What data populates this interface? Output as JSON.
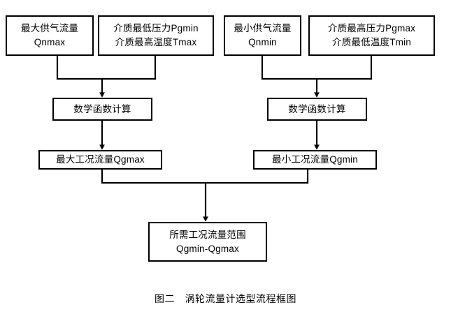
{
  "figure": {
    "caption": "图二　涡轮流量计选型流程框图",
    "background_color": "#ffffff",
    "line_color": "#000000",
    "box_fill": "#ffffff"
  },
  "nodes": {
    "qnmax": {
      "line1": "最大供气流量",
      "line2": "Qnmax"
    },
    "pgmin_tmax": {
      "line1": "介质最低压力Pgmin",
      "line2": "介质最高温度Tmax"
    },
    "qnmin": {
      "line1": "最小供气流量",
      "line2": "Qnmin"
    },
    "pgmax_tmin": {
      "line1": "介质最高压力Pgmax",
      "line2": "介质最低温度Tmin"
    },
    "calc_left": {
      "line1": "数学函数计算"
    },
    "calc_right": {
      "line1": "数学函数计算"
    },
    "qgmax": {
      "line1": "最大工况流量Qgmax"
    },
    "qgmin": {
      "line1": "最小工况流量Qgmin"
    },
    "result": {
      "line1": "所需工况流量范围",
      "line2": "Qgmin-Qgmax"
    }
  },
  "flow": {
    "description": "涡轮流量计选型流程框图",
    "edges": [
      {
        "from": "qnmax",
        "to": "calc_left"
      },
      {
        "from": "pgmin_tmax",
        "to": "calc_left"
      },
      {
        "from": "qnmin",
        "to": "calc_right"
      },
      {
        "from": "pgmax_tmin",
        "to": "calc_right"
      },
      {
        "from": "calc_left",
        "to": "qgmax"
      },
      {
        "from": "calc_right",
        "to": "qgmin"
      },
      {
        "from": "qgmax",
        "to": "result"
      },
      {
        "from": "qgmin",
        "to": "result"
      }
    ]
  }
}
